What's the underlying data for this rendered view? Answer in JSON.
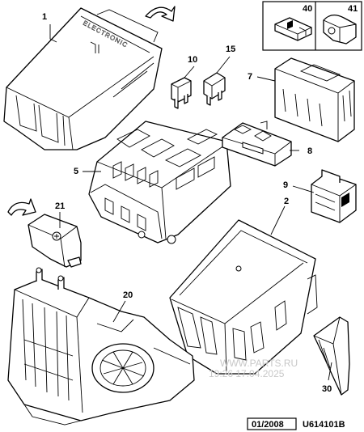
{
  "diagram": {
    "callouts": [
      {
        "id": "1",
        "label": "1"
      },
      {
        "id": "2",
        "label": "2"
      },
      {
        "id": "5",
        "label": "5"
      },
      {
        "id": "7",
        "label": "7"
      },
      {
        "id": "8",
        "label": "8"
      },
      {
        "id": "9",
        "label": "9"
      },
      {
        "id": "10",
        "label": "10"
      },
      {
        "id": "15",
        "label": "15"
      },
      {
        "id": "20",
        "label": "20"
      },
      {
        "id": "21",
        "label": "21"
      },
      {
        "id": "30",
        "label": "30"
      },
      {
        "id": "40",
        "label": "40"
      },
      {
        "id": "41",
        "label": "41"
      }
    ],
    "embossed_text": "ELECTRONIC",
    "watermark": {
      "site": "WWW.PARTS.RU",
      "timestamp": "19:26 17.04.2025"
    },
    "footer": {
      "date_code": "01/2008",
      "reference": "U614101B"
    }
  }
}
